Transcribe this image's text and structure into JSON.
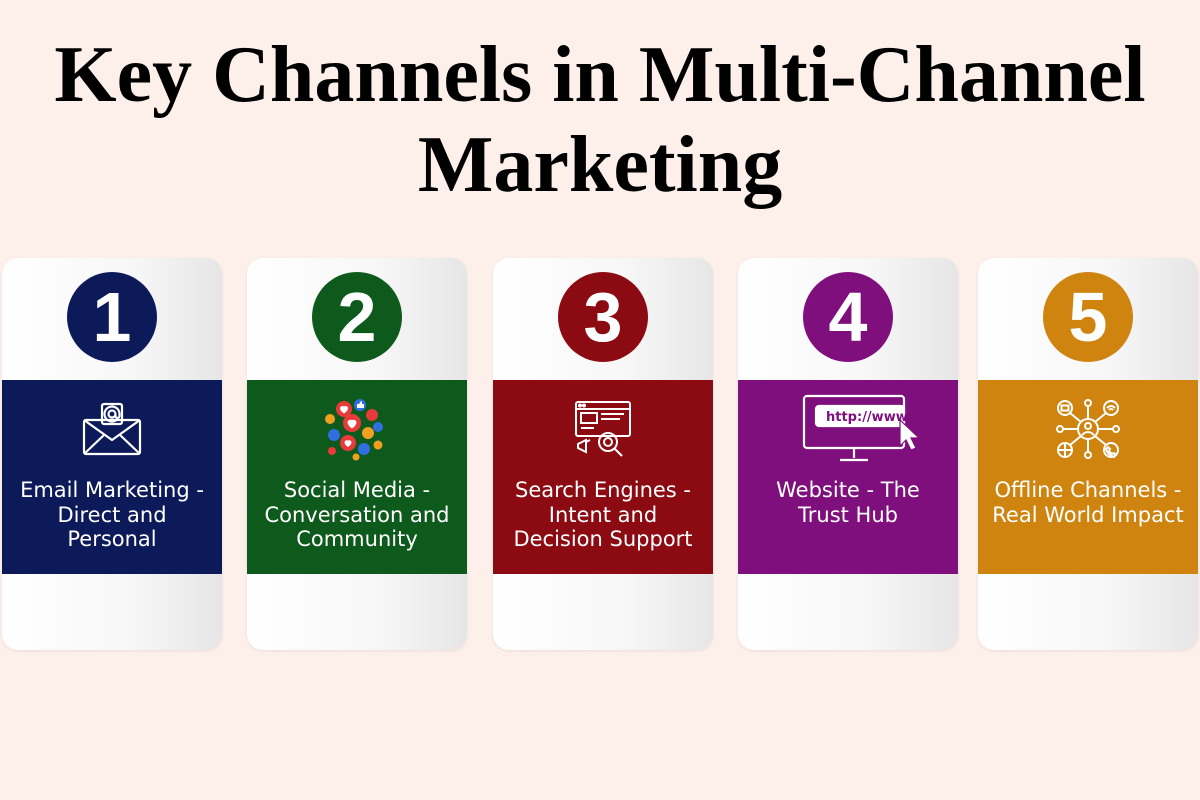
{
  "title": {
    "line1": "Key Channels in Multi-Channel",
    "line2": "Marketing"
  },
  "cards": [
    {
      "number": "1",
      "label": "Email Marketing - Direct and Personal",
      "icon": "email-icon",
      "color": "#0c1a5a"
    },
    {
      "number": "2",
      "label": "Social Media - Conversation and Community",
      "icon": "social-reactions-icon",
      "color": "#0e5a1c"
    },
    {
      "number": "3",
      "label": "Search Engines - Intent and Decision Support",
      "icon": "search-marketing-icon",
      "color": "#8c0a12"
    },
    {
      "number": "4",
      "label": "Website - The Trust Hub",
      "icon": "website-browser-icon",
      "icon_text": "http://www.",
      "color": "#7f0f7d"
    },
    {
      "number": "5",
      "label": "Offline Channels - Real World Impact",
      "icon": "offline-network-icon",
      "color": "#cf8410"
    }
  ]
}
